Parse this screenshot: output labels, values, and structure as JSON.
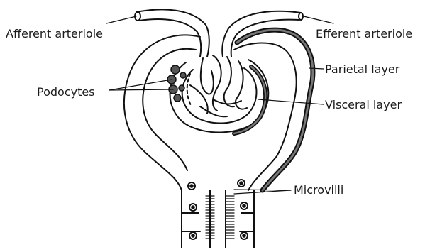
{
  "labels": {
    "afferent": "Afferent arteriole",
    "efferent": "Efferent arteriole",
    "parietal": "Parietal layer",
    "podocytes": "Podocytes",
    "visceral": "Visceral layer",
    "microvilli": "Microvilli"
  },
  "colors": {
    "stroke": "#111111",
    "fill_dark": "#555555",
    "background": "#ffffff"
  }
}
